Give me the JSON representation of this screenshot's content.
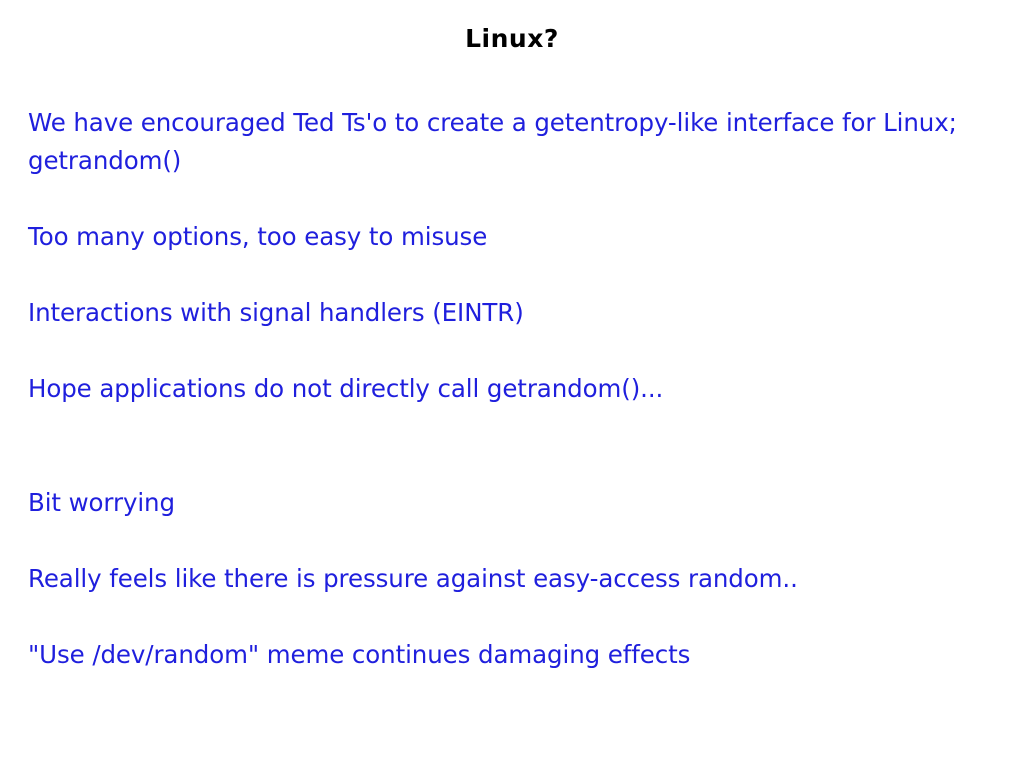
{
  "slide": {
    "title": "Linux?",
    "title_color": "#000000",
    "body_color": "#1f1fdd",
    "background_color": "#ffffff",
    "paragraphs": [
      {
        "id": "p1",
        "text": "We have encouraged Ted Ts'o to create a getentropy-like interface for Linux; getrandom()",
        "gap_after": "normal"
      },
      {
        "id": "p2",
        "text": "Too many options, too easy to misuse",
        "gap_after": "normal"
      },
      {
        "id": "p3",
        "text": "Interactions with signal handlers (EINTR)",
        "gap_after": "normal"
      },
      {
        "id": "p4",
        "text": "Hope applications do not directly call getrandom()...",
        "gap_after": "extra"
      },
      {
        "id": "p5",
        "text": "Bit worrying",
        "gap_after": "normal"
      },
      {
        "id": "p6",
        "text": "Really feels like there is pressure against easy-access random..",
        "gap_after": "normal"
      },
      {
        "id": "p7",
        "text": "\"Use /dev/random\" meme continues damaging effects",
        "gap_after": "none"
      }
    ]
  }
}
